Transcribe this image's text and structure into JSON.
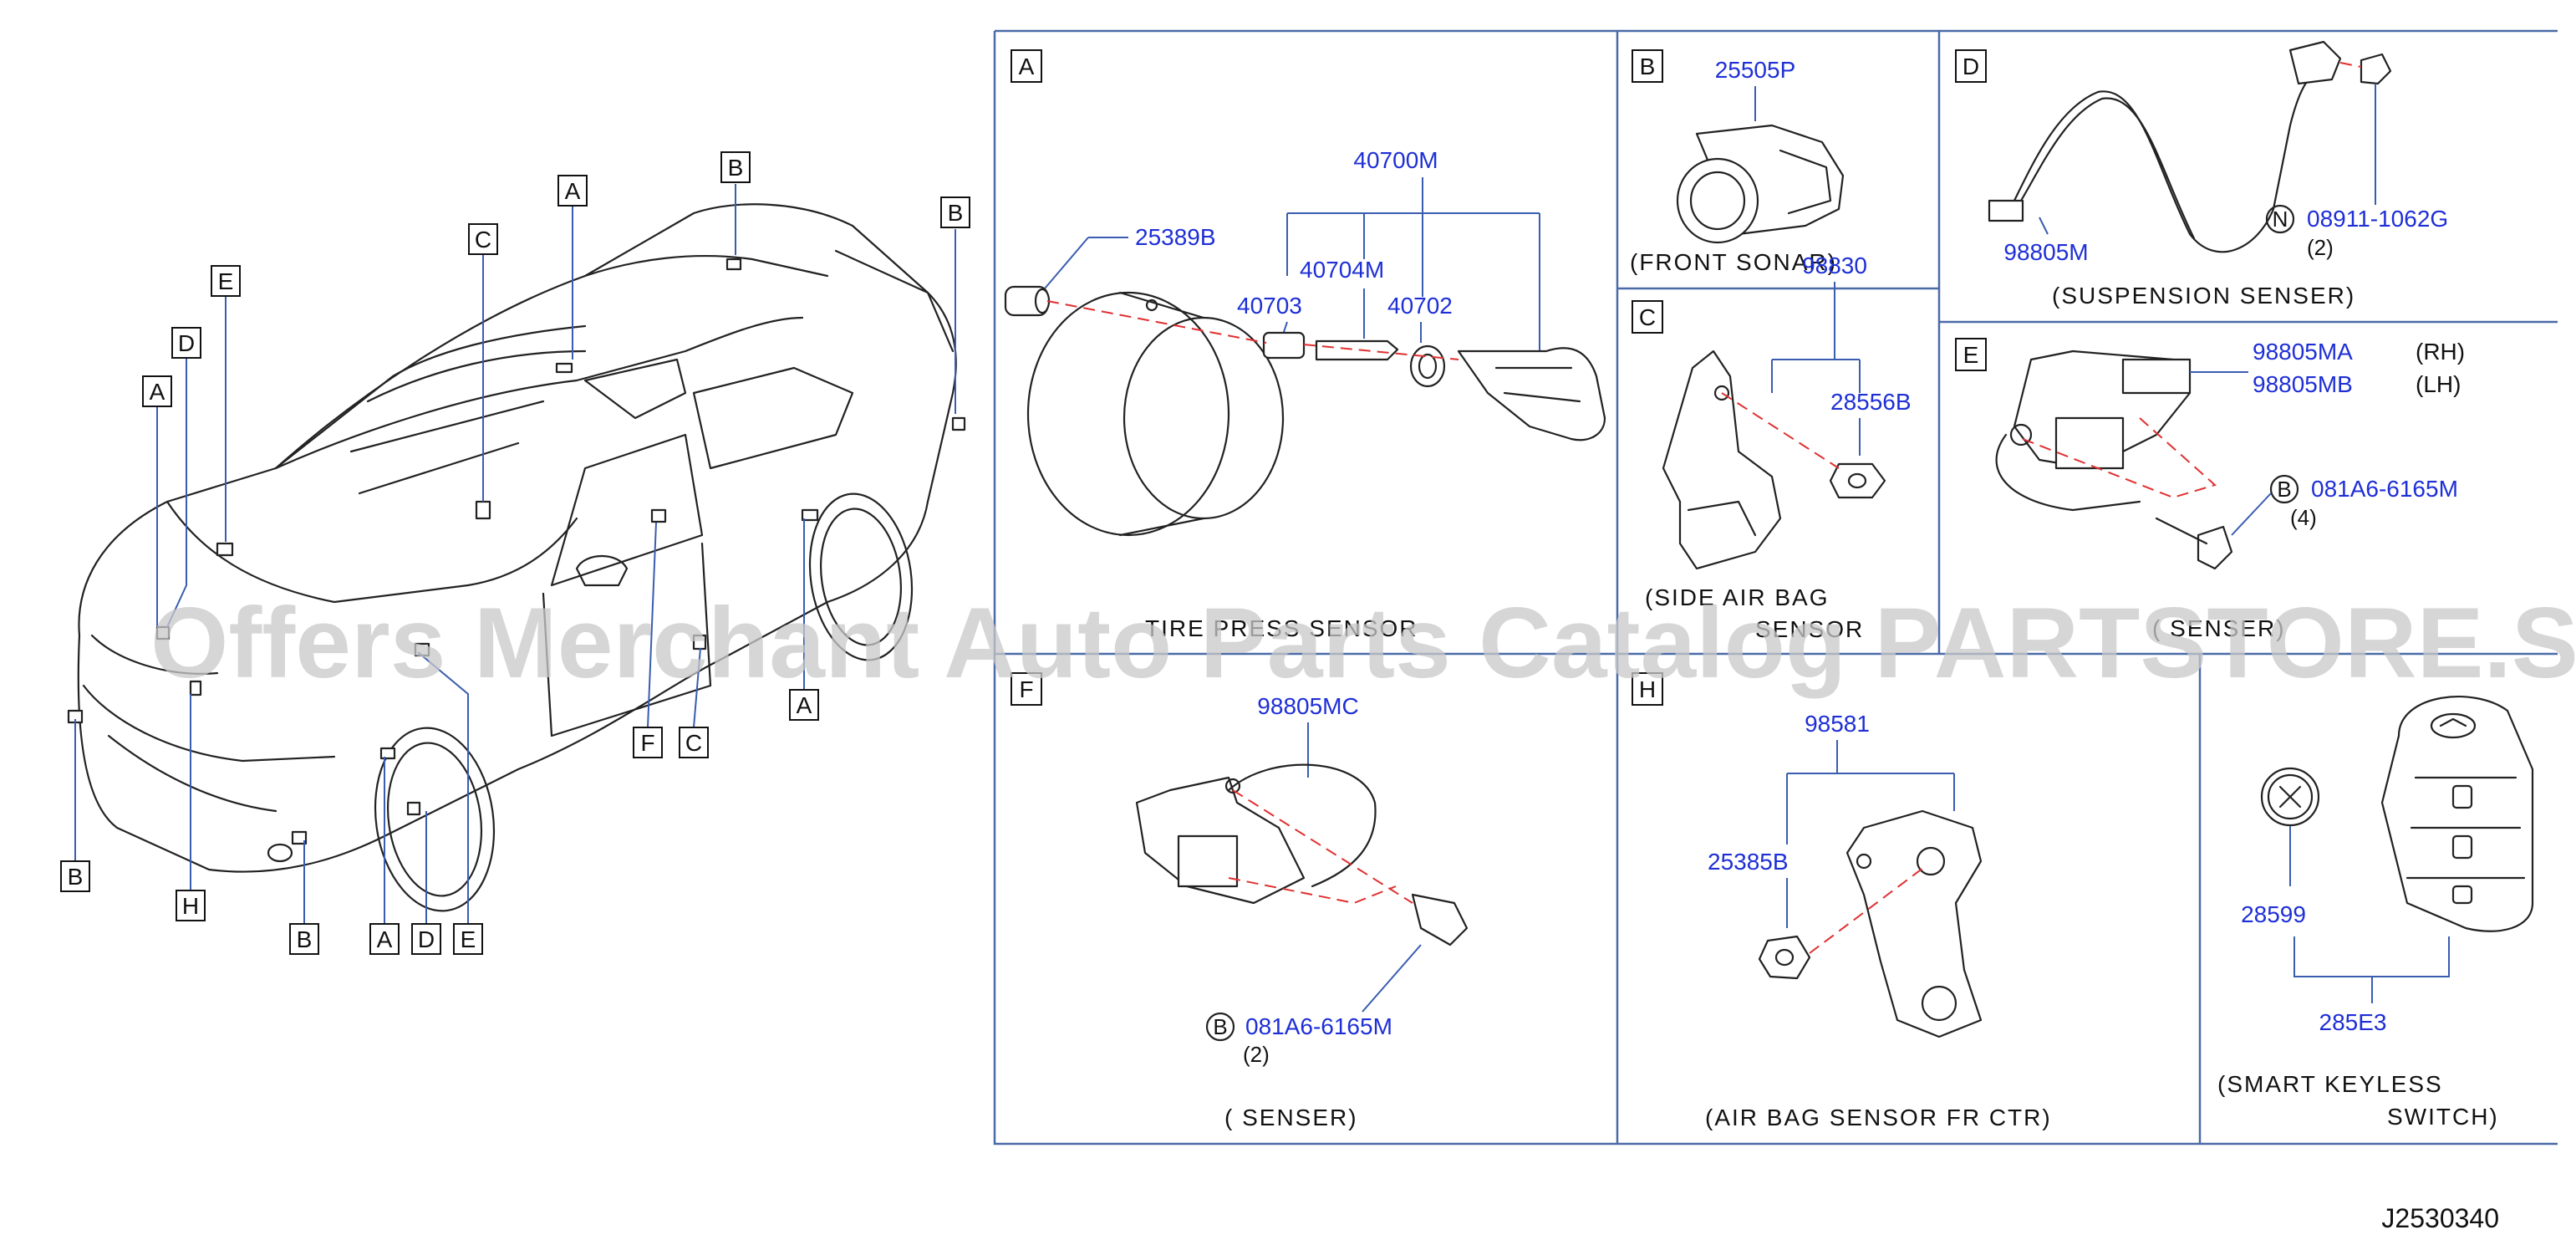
{
  "watermark": "Offers Merchant Auto Parts Catalog PARTSTORE.SA",
  "diagram_id": "J2530340",
  "overview": {
    "labels": [
      "A",
      "B",
      "C",
      "D",
      "E",
      "F",
      "H"
    ]
  },
  "panels": {
    "A": {
      "letter": "A",
      "parts": {
        "p40700M": "40700M",
        "p25389B": "25389B",
        "p40704M": "40704M",
        "p40703": "40703",
        "p40702": "40702"
      },
      "caption": "TIRE PRESS SENSOR"
    },
    "B": {
      "letter": "B",
      "parts": {
        "p25505P": "25505P"
      },
      "caption": "(FRONT   SONAR)"
    },
    "C": {
      "letter": "C",
      "parts": {
        "p98830": "98830",
        "p28556B": "28556B"
      },
      "caption_line1": "(SIDE   AIR   BAG",
      "caption_line2": "SENSOR"
    },
    "D": {
      "letter": "D",
      "parts": {
        "p98805M": "98805M",
        "p08911": "08911-1062G",
        "qty": "(2)",
        "mark": "N"
      },
      "caption": "(SUSPENSION   SENSER)"
    },
    "E": {
      "letter": "E",
      "parts": {
        "p98805MA": "98805MA",
        "rh": "(RH)",
        "p98805MB": "98805MB",
        "lh": "(LH)",
        "p081A6": "081A6-6165M",
        "qty": "(4)",
        "mark": "B"
      },
      "caption": "(   SENSER)"
    },
    "F": {
      "letter": "F",
      "parts": {
        "p98805MC": "98805MC",
        "p081A6": "081A6-6165M",
        "qty": "(2)",
        "mark": "B"
      },
      "caption": "(   SENSER)"
    },
    "H": {
      "letter": "H",
      "parts": {
        "p98581": "98581",
        "p25385B": "25385B"
      },
      "caption": "(AIR   BAG   SENSOR   FR   CTR)"
    },
    "K": {
      "parts": {
        "p28599": "28599",
        "p285E3": "285E3"
      },
      "caption_line1": "(SMART   KEYLESS",
      "caption_line2": "SWITCH)"
    }
  },
  "colors": {
    "frame": "#4a6aa8",
    "part_number": "#1e2fd6",
    "dashed_axis": "#e03030"
  }
}
